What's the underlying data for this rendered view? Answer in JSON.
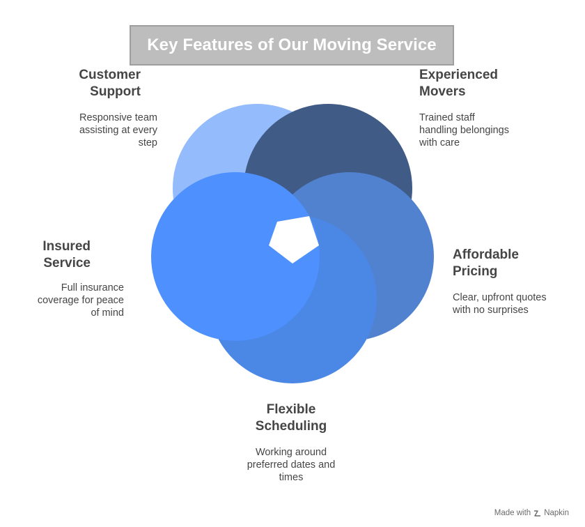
{
  "title": "Key Features of Our Moving Service",
  "colors": {
    "customer_support": "#94bbfc",
    "experienced_movers": "#405b86",
    "affordable_pricing": "#5182d0",
    "flexible_scheduling": "#4b87e5",
    "insured_service": "#4d90fe",
    "title_bg": "#bdbdbd"
  },
  "features": {
    "customer_support": {
      "head_line1": "Customer",
      "head_line2": "Support",
      "desc_line1": "Responsive team",
      "desc_line2": "assisting at every",
      "desc_line3": "step"
    },
    "experienced_movers": {
      "head_line1": "Experienced",
      "head_line2": "Movers",
      "desc_line1": "Trained staff",
      "desc_line2": "handling belongings",
      "desc_line3": "with care"
    },
    "affordable_pricing": {
      "head_line1": "Affordable",
      "head_line2": "Pricing",
      "desc_line1": "Clear, upfront quotes",
      "desc_line2": "with no surprises"
    },
    "flexible_scheduling": {
      "head_line1": "Flexible",
      "head_line2": "Scheduling",
      "desc_line1": "Working around",
      "desc_line2": "preferred dates and",
      "desc_line3": "times"
    },
    "insured_service": {
      "head_line1": "Insured",
      "head_line2": "Service",
      "desc_line1": "Full insurance",
      "desc_line2": "coverage for peace",
      "desc_line3": "of mind"
    }
  },
  "footer": {
    "made_with": "Made with",
    "brand": "Napkin",
    "brand_icon": "napkin-logo-icon"
  }
}
